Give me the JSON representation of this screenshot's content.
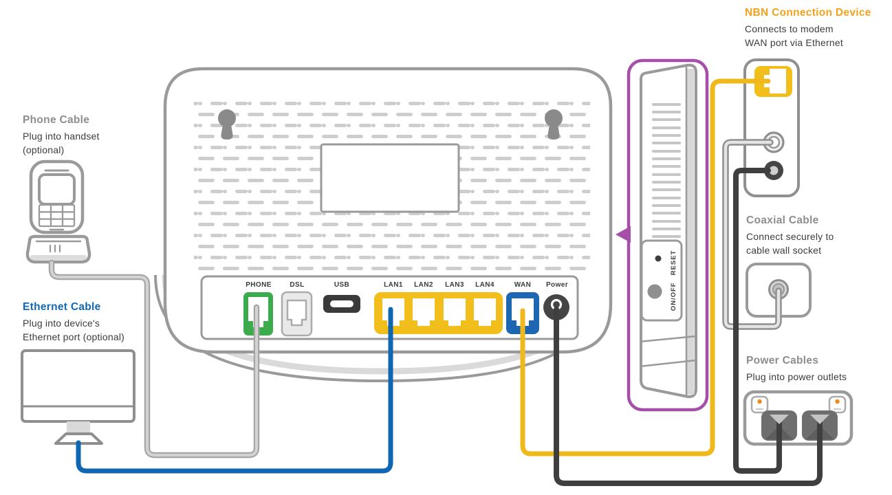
{
  "labels": {
    "nbn": {
      "title": "NBN Connection Device",
      "lines": [
        "Connects to modem",
        "WAN port via Ethernet"
      ]
    },
    "phone": {
      "title": "Phone Cable",
      "lines": [
        "Plug into handset",
        "(optional)"
      ]
    },
    "ethernet": {
      "title": "Ethernet Cable",
      "lines": [
        "Plug into device's",
        "Ethernet port (optional)"
      ]
    },
    "coaxial": {
      "title": "Coaxial Cable",
      "lines": [
        "Connect securely to",
        "cable wall socket"
      ]
    },
    "power": {
      "title": "Power Cables",
      "lines": [
        "Plug into power outlets"
      ]
    }
  },
  "ports": {
    "phone": "PHONE",
    "dsl": "DSL",
    "usb": "USB",
    "lan1": "LAN1",
    "lan2": "LAN2",
    "lan3": "LAN3",
    "lan4": "LAN4",
    "wan": "WAN",
    "power": "Power"
  },
  "side": {
    "onoff": "ON/OFF",
    "reset": "RESET"
  },
  "colors": {
    "nbn_title": "#F5A11C",
    "ethernet_title": "#1168B2",
    "gray_title": "#8D8D8D",
    "body_text": "#3C3C3C",
    "port_green": "#3BAB4D",
    "port_yellow": "#F2BE1B",
    "port_blue": "#1C66B2",
    "cable_gray": "#A6A6A6",
    "cable_blue": "#0F66B2",
    "cable_yellow": "#EFB91C",
    "cable_dark": "#3F3F3F",
    "highlight_purple": "#A64FA9",
    "outline_gray": "#9A9A9A",
    "switch_dot_orange": "#F08A1D"
  }
}
